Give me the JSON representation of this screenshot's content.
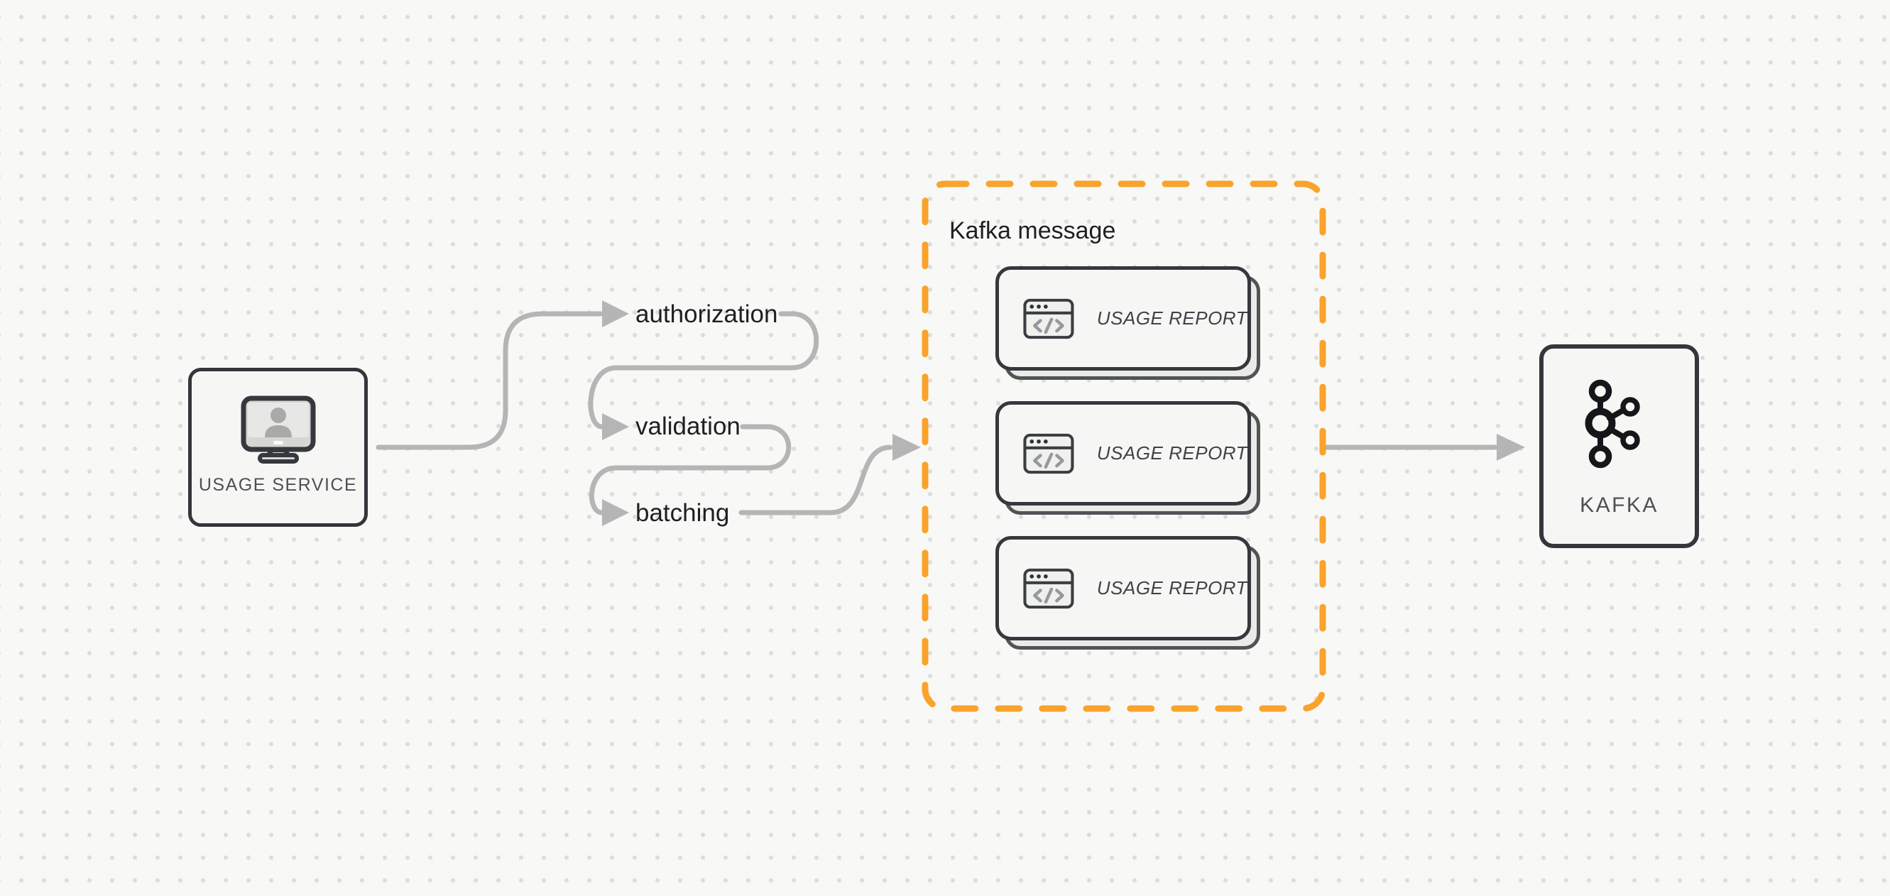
{
  "colors": {
    "canvas_bg": "#F8F8F6",
    "dot_grid": "#DCDCDA",
    "connector_gray": "#B5B5B5",
    "group_border_orange": "#F9A32C",
    "shape_border": "#33363A",
    "shape_fill": "#F6F7F5",
    "step_label_text": "#1D1F21",
    "shape_label_text": "#4D5055",
    "card_text": "#3F4347"
  },
  "diagram": {
    "source_node": {
      "label": "USAGE SERVICE",
      "icon": "monitor-user-icon"
    },
    "pipeline_steps": [
      {
        "label": "authorization"
      },
      {
        "label": "validation"
      },
      {
        "label": "batching"
      }
    ],
    "message_group": {
      "title": "Kafka message",
      "cards": [
        {
          "label": "USAGE REPORT",
          "icon": "code-window-icon"
        },
        {
          "label": "USAGE REPORT",
          "icon": "code-window-icon"
        },
        {
          "label": "USAGE REPORT",
          "icon": "code-window-icon"
        }
      ]
    },
    "sink_node": {
      "label": "KAFKA",
      "icon": "kafka-logo-icon"
    }
  }
}
